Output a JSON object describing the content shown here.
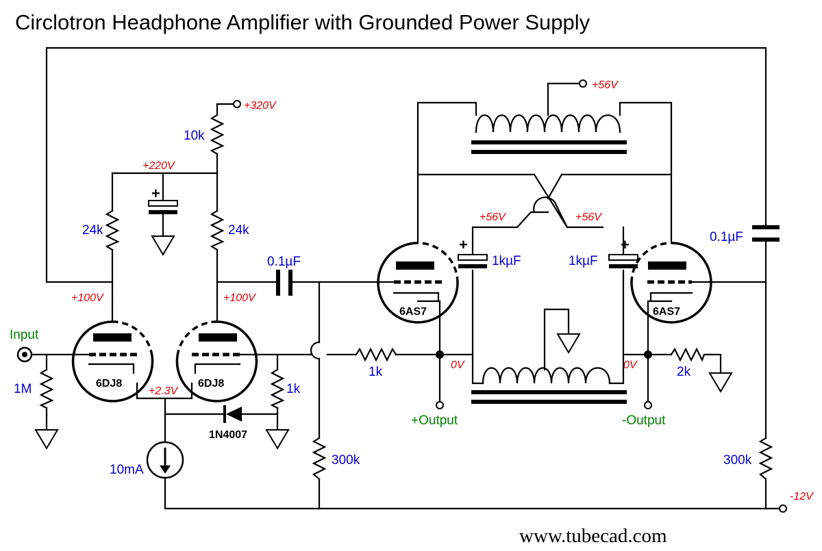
{
  "title": "Circlotron Headphone Amplifier with Grounded Power Supply",
  "website": "www.tubecad.com",
  "colors": {
    "component_values": "#0000cc",
    "voltages": "#e00000",
    "io_labels": "#008000",
    "wires": "#000000"
  },
  "tubes": {
    "input_left": "6DJ8",
    "input_right": "6DJ8",
    "output_left": "6AS7",
    "output_right": "6AS7"
  },
  "components": {
    "r_supply": "10k",
    "r_plate_left": "24k",
    "r_plate_right": "24k",
    "r_grid": "1M",
    "r_bias": "1k",
    "r_out_left": "1k",
    "r_out_right": "2k",
    "r_bleed_left": "300k",
    "r_bleed_right": "300k",
    "c_coupling_left": "0.1µF",
    "c_coupling_right": "0.1µF",
    "c_out_left": "1kµF",
    "c_out_right": "1kµF",
    "diode": "1N4007",
    "current_source": "10mA"
  },
  "voltages": {
    "supply_high": "+320V",
    "decoupled": "+220V",
    "plate_left": "+100V",
    "plate_right": "+100V",
    "cathode": "+2.3V",
    "transformer_tap": "+56V",
    "cross_left": "+56V",
    "cross_right": "+56V",
    "out_left": "0V",
    "out_right": "0V",
    "supply_negative": "-12V"
  },
  "io": {
    "input": "Input",
    "output_plus": "+Output",
    "output_minus": "-Output"
  }
}
